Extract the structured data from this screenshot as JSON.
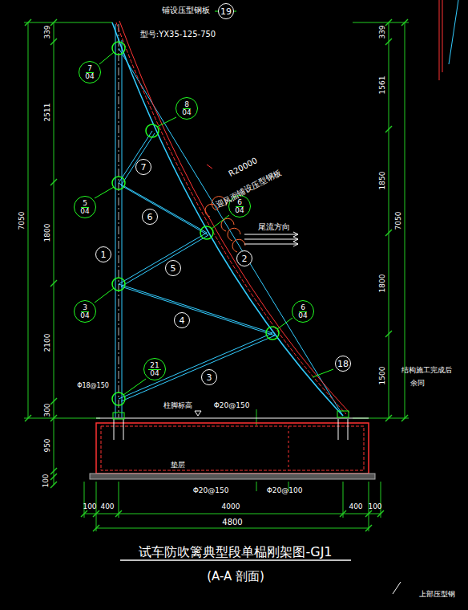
{
  "diagram": {
    "title": "试车防吹篱典型段单榀刚架图-GJ1",
    "caption": "(A-A 剖面)",
    "nodes": [
      {
        "text": [
          "19"
        ]
      },
      {
        "text": [
          "7",
          "04"
        ]
      },
      {
        "text": [
          "8",
          "04"
        ]
      },
      {
        "text": [
          "7"
        ]
      },
      {
        "text": [
          "5",
          "04"
        ]
      },
      {
        "text": [
          "6",
          "04"
        ]
      },
      {
        "text": [
          "6"
        ]
      },
      {
        "text": [
          "1"
        ]
      },
      {
        "text": [
          "2"
        ]
      },
      {
        "text": [
          "5"
        ]
      },
      {
        "text": [
          "3",
          "04"
        ]
      },
      {
        "text": [
          "4"
        ]
      },
      {
        "text": [
          "6",
          "04"
        ]
      },
      {
        "text": [
          "21",
          "04"
        ]
      },
      {
        "text": [
          "3"
        ]
      },
      {
        "text": [
          "18"
        ]
      }
    ],
    "labels": [
      "铺设压型钢板",
      "型号:YX35-125-750",
      "R20000",
      "迎风面铺设压型钢板",
      "尾流方向",
      "结构施工完成后",
      "余同",
      "柱脚标高",
      "Φ20@150",
      "Φ18@150",
      "垫层",
      "Φ20@150",
      "Φ20@100",
      "上部压型钢",
      "339",
      "2511",
      "1800",
      "2100",
      "300",
      "950",
      "100",
      "7050",
      "339",
      "1561",
      "1850",
      "1800",
      "1500",
      "7050",
      "100",
      "400",
      "4000",
      "400",
      "100",
      "4800"
    ]
  }
}
